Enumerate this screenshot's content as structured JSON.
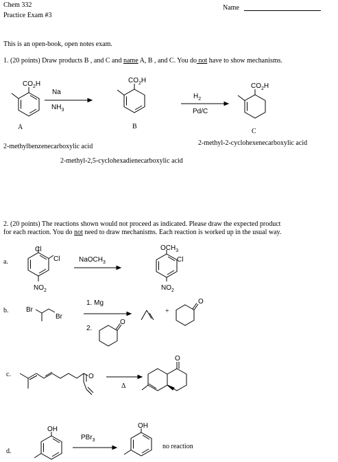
{
  "header": {
    "course": "Chem 332",
    "exam": "Practice Exam #3",
    "name_label": "Name"
  },
  "intro": "This is an open-book, open notes exam.",
  "q1": {
    "prefix": "1.  (20 points) Draw products B , and C and ",
    "underline_name": "name",
    "middle": " A, B , and C.  You do",
    "underline_not": " not",
    "suffix": " have to show mechanisms.",
    "reagent1_top": "Na",
    "reagent1_bottom": "NH",
    "reagent1_bottom_sub": "3",
    "reagent2_top": "H",
    "reagent2_top_sub": "2",
    "reagent2_bottom": "Pd/C",
    "label_A": "A",
    "label_B": "B",
    "label_C": "C",
    "name_A": "2-methylbenzenecarboxylic acid",
    "name_B": "2-methyl-2,5-cyclohexadienecarboxylic acid",
    "name_C": "2-methyl-2-cyclohexenecarboxylic acid",
    "co2h": "CO",
    "co2h_sub": "2",
    "co2h_end": "H"
  },
  "q2": {
    "line1": "2.  (20 points)  The reactions shown would not proceed as indicated.  Please draw the expected product",
    "line2_prefix": "for each reaction.  You do ",
    "line2_not": "not",
    "line2_suffix": " need to draw mechanisms.   Each reaction is worked up in the usual way.",
    "a": {
      "label": "a.",
      "reagent": "NaOCH",
      "reagent_sub": "3",
      "cl": "Cl",
      "no2": "NO",
      "no2_sub": "2",
      "och3": "OCH",
      "och3_sub": "3"
    },
    "b": {
      "label": "b.",
      "step1": "1.  Mg",
      "step2": "2.",
      "br": "Br",
      "plus": "+",
      "o": "O"
    },
    "c": {
      "label": "c.",
      "heat": "Δ",
      "o": "O"
    },
    "d": {
      "label": "d.",
      "reagent": "PBr",
      "reagent_sub": "3",
      "oh": "OH",
      "result": "no  reaction"
    }
  }
}
